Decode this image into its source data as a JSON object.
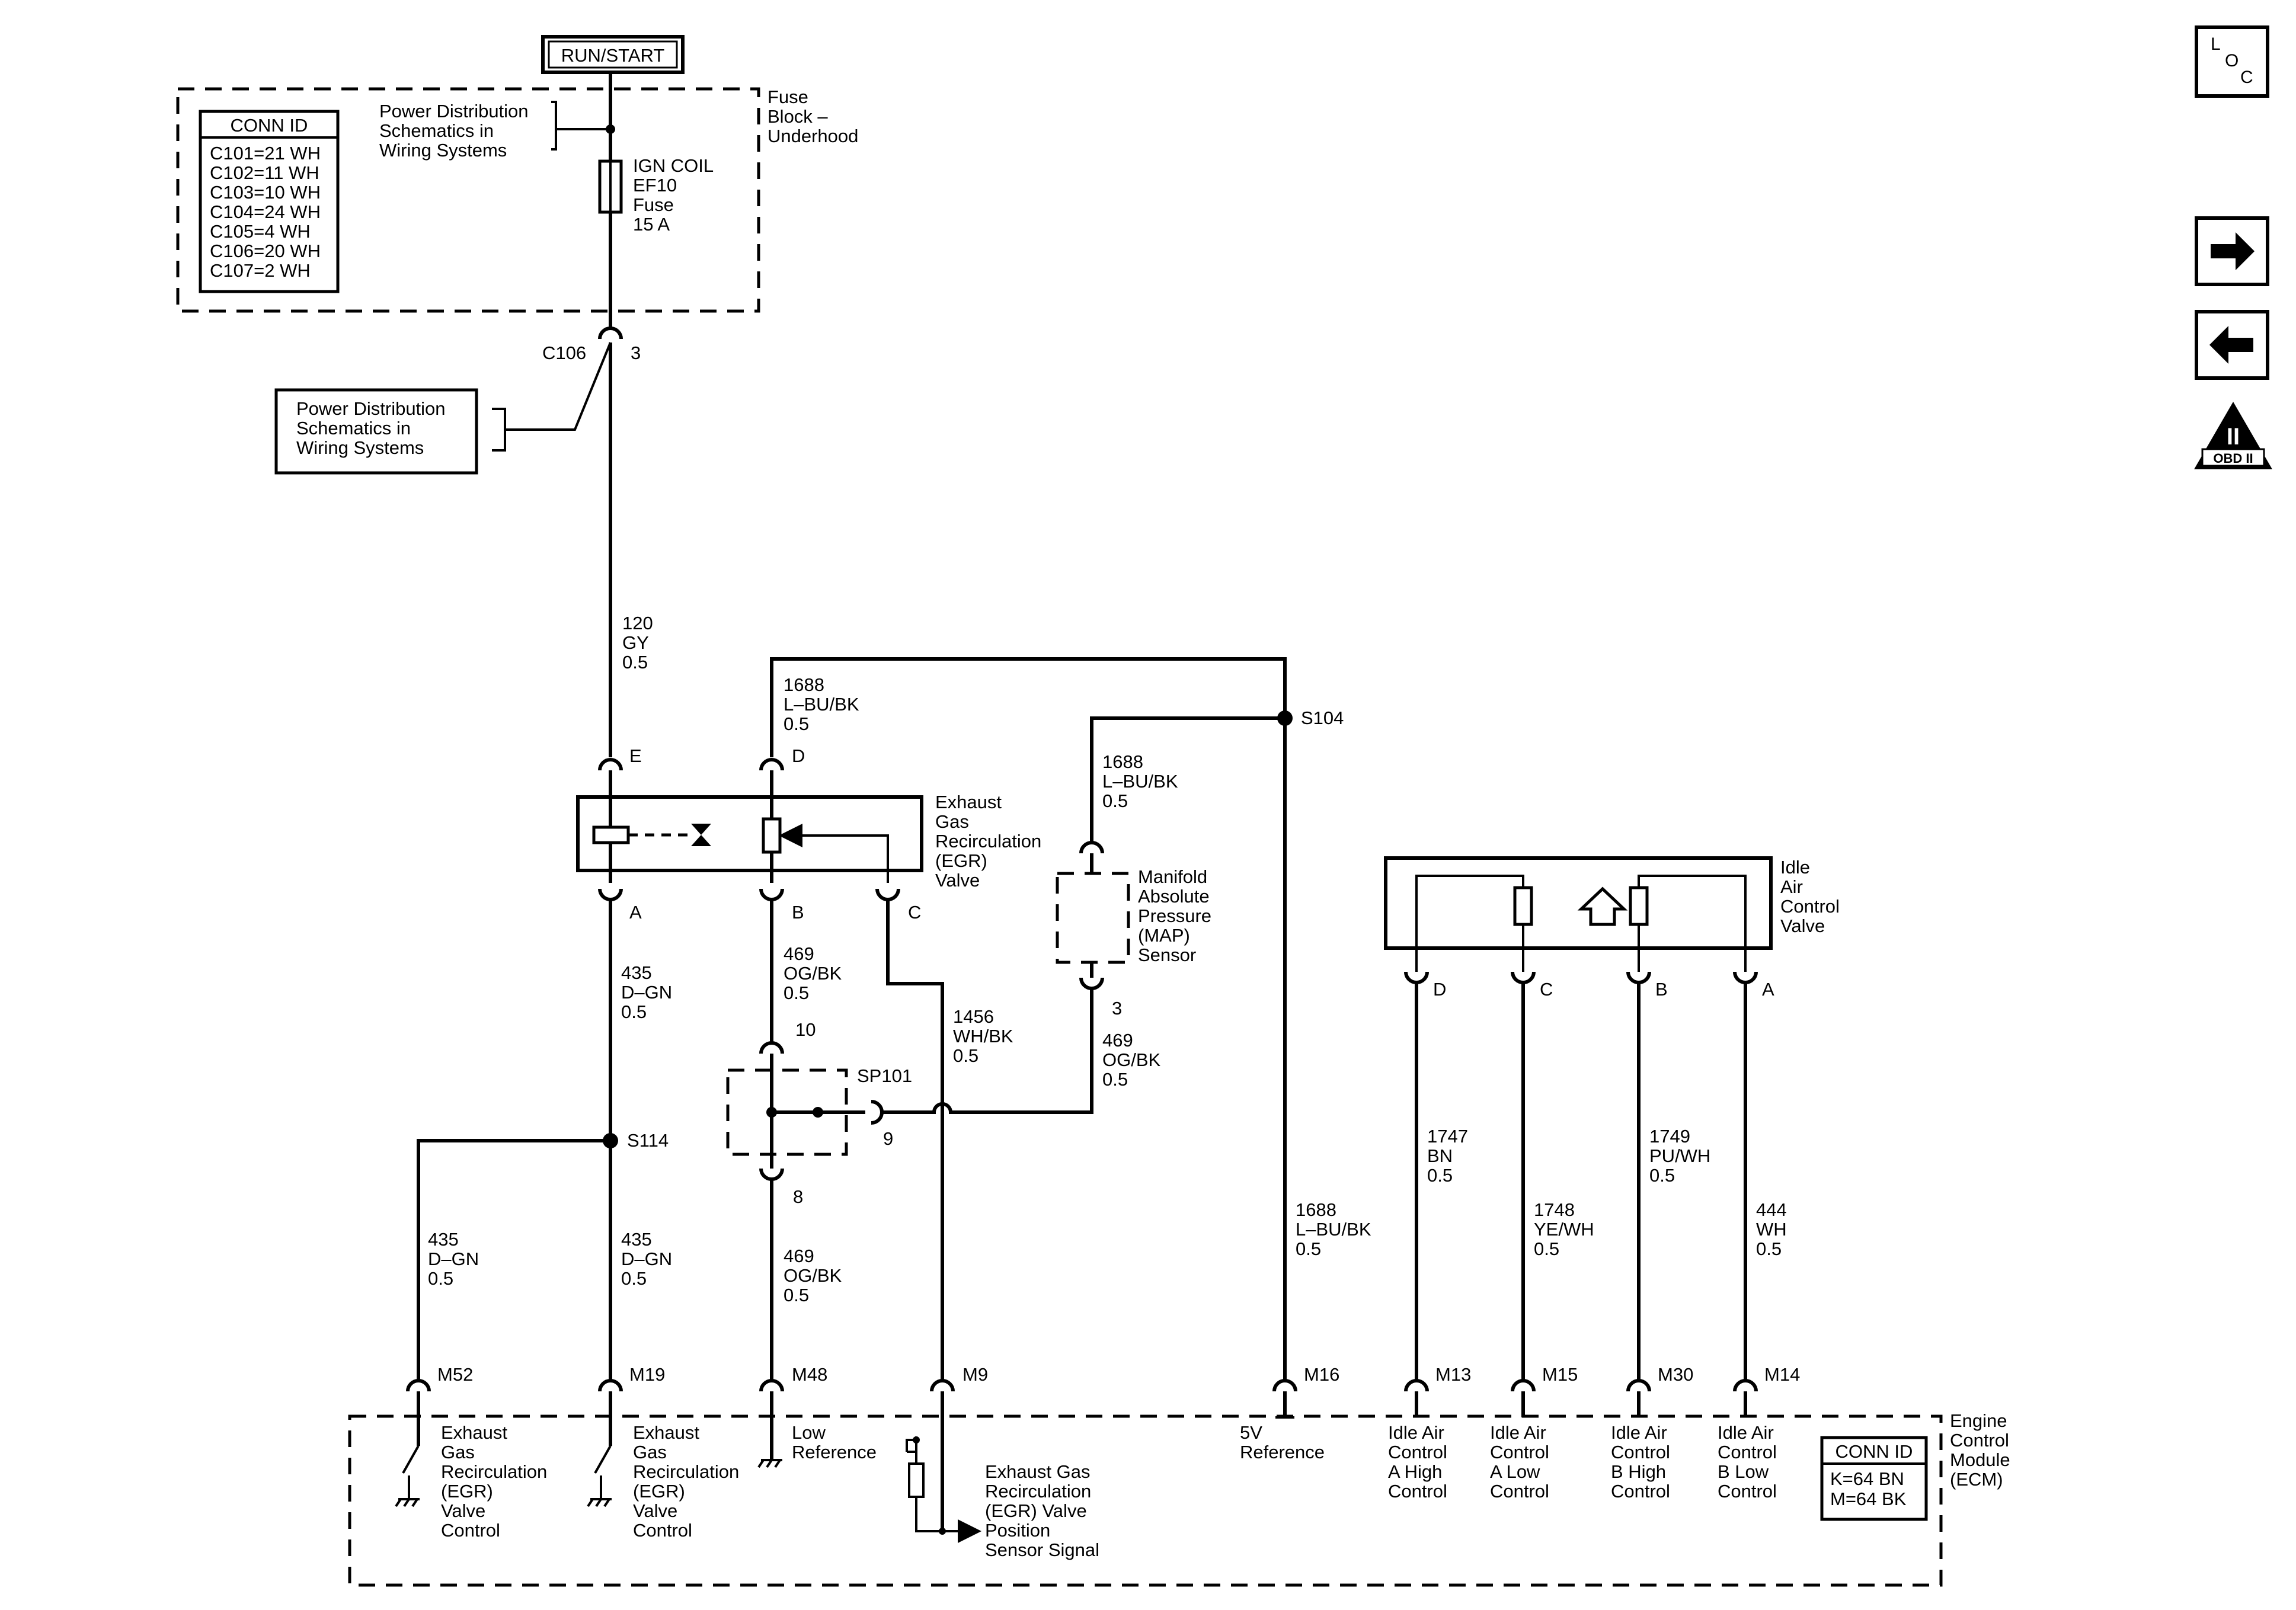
{
  "header": {
    "power_mode": "RUN/START",
    "fuse_block": [
      "Fuse",
      "Block –",
      "Underhood"
    ],
    "conn_id_title": "CONN ID",
    "conn_ids": [
      "C101=21 WH",
      "C102=11 WH",
      "C103=10 WH",
      "C104=24 WH",
      "C105=4 WH",
      "C106=20 WH",
      "C107=2 WH"
    ],
    "power_dist_ref_1": [
      "Power Distribution",
      "Schematics in",
      "Wiring Systems"
    ],
    "fuse_label": [
      "IGN COIL",
      "EF10",
      "Fuse",
      "15 A"
    ],
    "connector_c106": "C106",
    "connector_c106_pin": "3",
    "power_dist_ref_2": [
      "Power Distribution",
      "Schematics in",
      "Wiring Systems"
    ]
  },
  "nav": {
    "loc_letters": [
      "L",
      "O",
      "C"
    ],
    "obd_numeral": "II",
    "obd_label": "OBD II"
  },
  "wires": {
    "w120": [
      "120",
      "GY",
      "0.5"
    ],
    "w1688_top": [
      "1688",
      "L–BU/BK",
      "0.5"
    ],
    "w1688_map": [
      "1688",
      "L–BU/BK",
      "0.5"
    ],
    "w435_a": [
      "435",
      "D–GN",
      "0.5"
    ],
    "w469_b": [
      "469",
      "OG/BK",
      "0.5"
    ],
    "w1456": [
      "1456",
      "WH/BK",
      "0.5"
    ],
    "w469_map": [
      "469",
      "OG/BK",
      "0.5"
    ],
    "w435_left": [
      "435",
      "D–GN",
      "0.5"
    ],
    "w435_right": [
      "435",
      "D–GN",
      "0.5"
    ],
    "w469_bottom": [
      "469",
      "OG/BK",
      "0.5"
    ],
    "w1688_ecm": [
      "1688",
      "L–BU/BK",
      "0.5"
    ],
    "w1747": [
      "1747",
      "BN",
      "0.5"
    ],
    "w1748": [
      "1748",
      "YE/WH",
      "0.5"
    ],
    "w1749": [
      "1749",
      "PU/WH",
      "0.5"
    ],
    "w444": [
      "444",
      "WH",
      "0.5"
    ]
  },
  "splices": {
    "s104": "S104",
    "s114": "S114",
    "sp101": "SP101",
    "sp101_pin_top": "10",
    "sp101_pin_side": "9",
    "sp101_pin_bottom": "8"
  },
  "egr_valve": {
    "name": [
      "Exhaust",
      "Gas",
      "Recirculation",
      "(EGR)",
      "Valve"
    ],
    "pin_e": "E",
    "pin_d": "D",
    "pin_a": "A",
    "pin_b": "B",
    "pin_c": "C"
  },
  "map_sensor": {
    "name": [
      "Manifold",
      "Absolute",
      "Pressure",
      "(MAP)",
      "Sensor"
    ],
    "pin_3": "3"
  },
  "iac_valve": {
    "name": [
      "Idle",
      "Air",
      "Control",
      "Valve"
    ],
    "pin_d": "D",
    "pin_c": "C",
    "pin_b": "B",
    "pin_a": "A"
  },
  "ecm": {
    "name": [
      "Engine",
      "Control",
      "Module",
      "(ECM)"
    ],
    "conn_id_title": "CONN ID",
    "conn_ids": [
      "K=64 BN",
      "M=64 BK"
    ],
    "pins": {
      "m52": "M52",
      "m19": "M19",
      "m48": "M48",
      "m9": "M9",
      "m16": "M16",
      "m13": "M13",
      "m15": "M15",
      "m30": "M30",
      "m14": "M14"
    },
    "labels": {
      "egr_ctrl_1": [
        "Exhaust",
        "Gas",
        "Recirculation",
        "(EGR)",
        "Valve",
        "Control"
      ],
      "egr_ctrl_2": [
        "Exhaust",
        "Gas",
        "Recirculation",
        "(EGR)",
        "Valve",
        "Control"
      ],
      "low_ref": [
        "Low",
        "Reference"
      ],
      "egr_pos": [
        "Exhaust Gas",
        "Recirculation",
        "(EGR) Valve",
        "Position",
        "Sensor Signal"
      ],
      "ref_5v": [
        "5V",
        "Reference"
      ],
      "iac_a_high": [
        "Idle Air",
        "Control",
        "A High",
        "Control"
      ],
      "iac_a_low": [
        "Idle Air",
        "Control",
        "A Low",
        "Control"
      ],
      "iac_b_high": [
        "Idle Air",
        "Control",
        "B High",
        "Control"
      ],
      "iac_b_low": [
        "Idle Air",
        "Control",
        "B Low",
        "Control"
      ]
    }
  }
}
